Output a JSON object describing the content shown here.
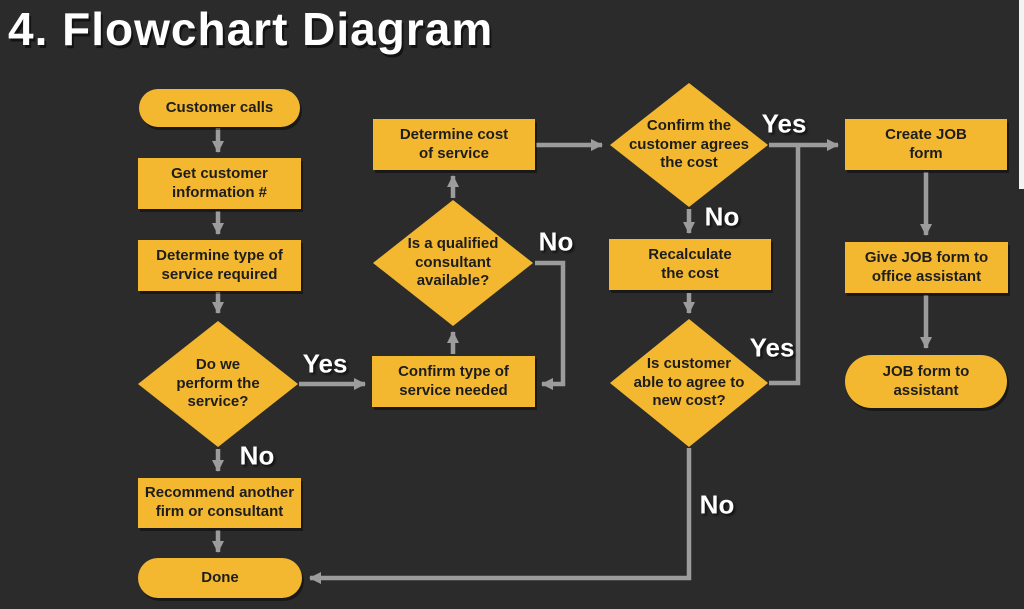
{
  "title": "4. Flowchart Diagram",
  "edge_labels": {
    "yes": "Yes",
    "no": "No"
  },
  "nodes": {
    "customer_calls": {
      "label": "Customer calls",
      "shape": "terminator"
    },
    "get_info": {
      "label": "Get customer\ninformation #",
      "shape": "process"
    },
    "determine_type": {
      "label": "Determine type of\nservice required",
      "shape": "process"
    },
    "do_we_perform": {
      "label": "Do we\nperform the\nservice?",
      "shape": "decision"
    },
    "recommend": {
      "label": "Recommend another\nfirm or consultant",
      "shape": "process"
    },
    "done": {
      "label": "Done",
      "shape": "terminator"
    },
    "determine_cost": {
      "label": "Determine cost\nof service",
      "shape": "process"
    },
    "qualified_consultant": {
      "label": "Is a qualified\nconsultant\navailable?",
      "shape": "decision"
    },
    "confirm_type": {
      "label": "Confirm type of\nservice needed",
      "shape": "process"
    },
    "confirm_agrees": {
      "label": "Confirm the\ncustomer agrees\nthe cost",
      "shape": "decision"
    },
    "recalculate": {
      "label": "Recalculate\nthe cost",
      "shape": "process"
    },
    "new_cost": {
      "label": "Is customer\nable to agree to\nnew cost?",
      "shape": "decision"
    },
    "create_job": {
      "label": "Create JOB\nform",
      "shape": "process"
    },
    "give_job": {
      "label": "Give JOB form to\noffice assistant",
      "shape": "process"
    },
    "job_form": {
      "label": "JOB form to\nassistant",
      "shape": "terminator"
    }
  },
  "colors": {
    "background": "#2b2b2b",
    "shape_fill": "#f3b82f",
    "shape_text": "#1d1d1d",
    "arrow": "#9c9c9c",
    "label_text": "#ffffff",
    "title_text": "#ffffff"
  }
}
